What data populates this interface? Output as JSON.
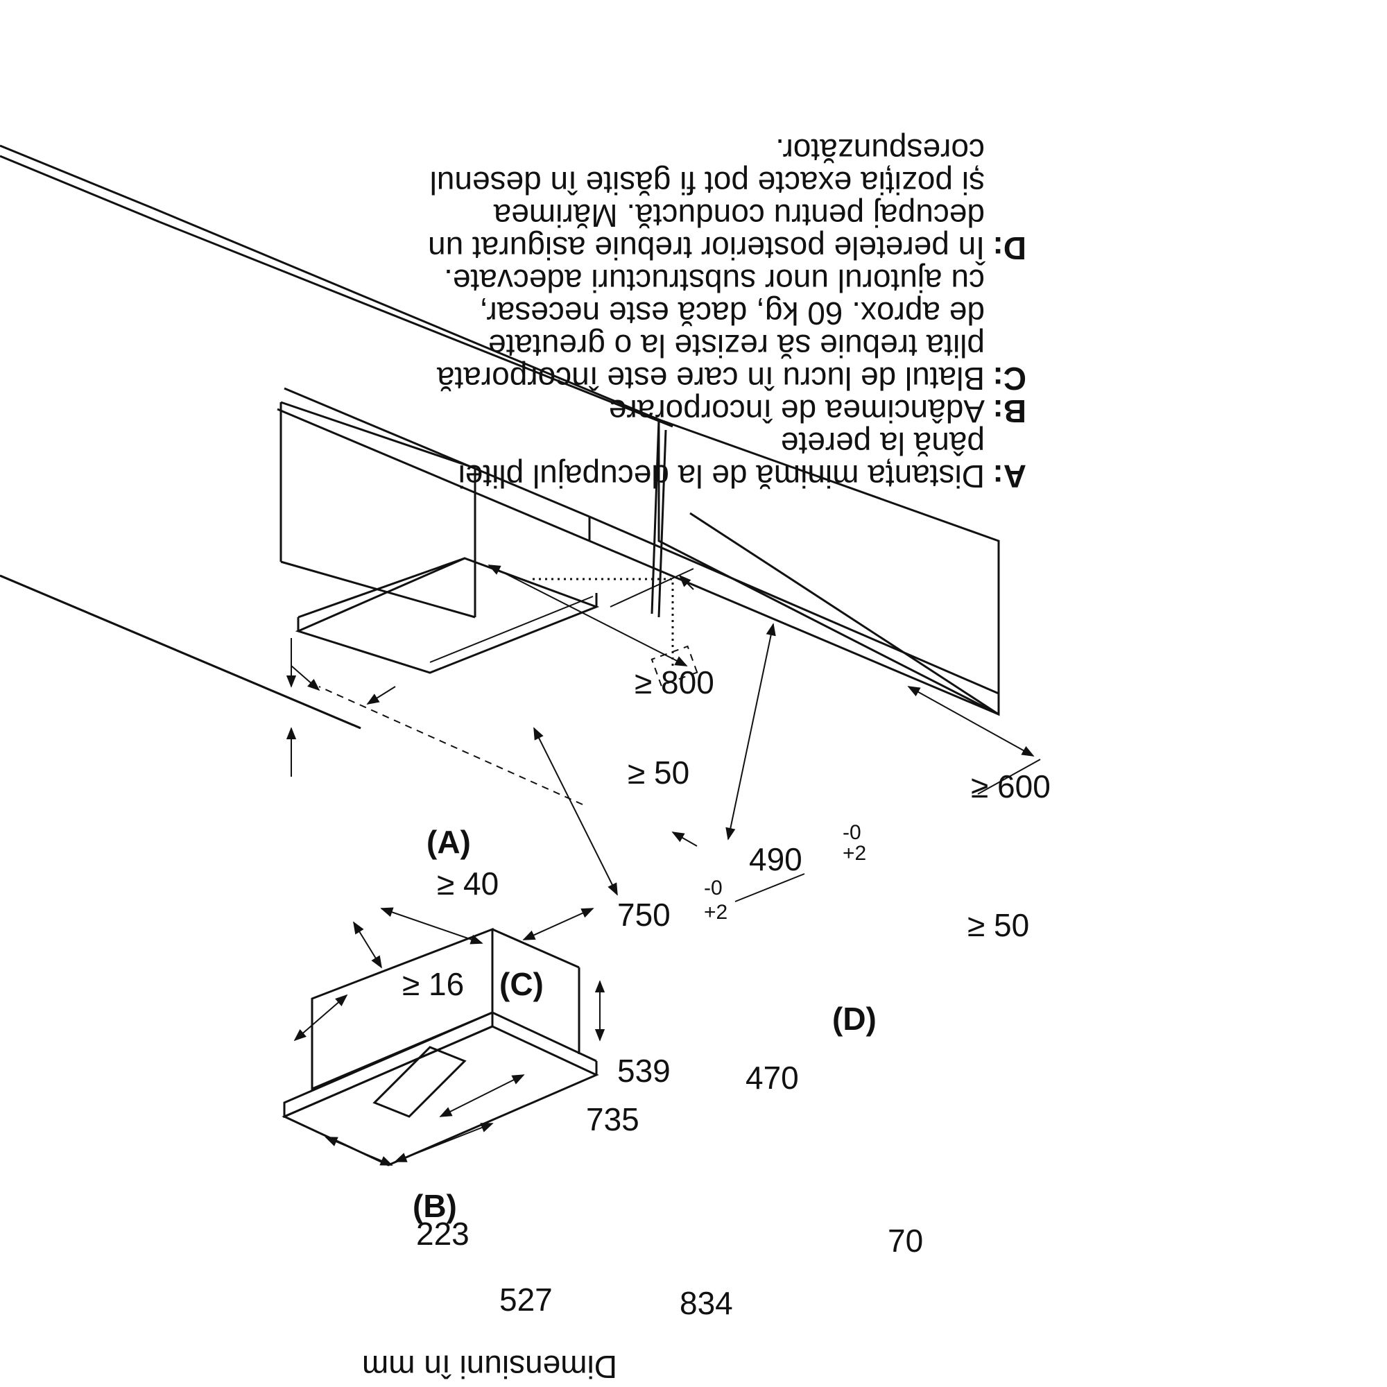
{
  "legend": [
    {
      "key": "A",
      "lines": [
        "Distanța minimă de la decupajul plitei",
        "până la perete"
      ]
    },
    {
      "key": "B",
      "lines": [
        "Adâncimea de încorporare"
      ]
    },
    {
      "key": "C",
      "lines": [
        "Blatul de lucru în care este încorporată",
        "plita trebuie să reziste la o greutate",
        "de aprox. 60 kg, dacă este necesar,",
        "cu ajutorul unor substructuri adecvate."
      ]
    },
    {
      "key": "D",
      "lines": [
        "În peretele posterior trebuie asigurat un",
        "decupaj pentru conductă. Mărimea",
        "și poziția exacte pot fi găsite în desenul",
        "corespunzător."
      ]
    }
  ],
  "separator": ":",
  "dimensions": {
    "min_wall_width": "≥ 800",
    "back_gap": "≥ 50",
    "cabinet_depth": "≥ 600",
    "cutout_depth_main": "490",
    "cutout_depth_tol_plus": "+2",
    "cutout_depth_tol_minus": "-0",
    "cutout_width_main": "750",
    "cutout_width_tol_plus": "+2",
    "cutout_width_tol_minus": "-0",
    "side_gap": "≥ 50",
    "front_gap": "≥ 40",
    "front_gap_ref": "(A)",
    "worktop_thickness": "≥ 16",
    "worktop_ref": "(C)",
    "duct_ref": "(D)",
    "unit_width_rear": "539",
    "unit_depth_rear": "470",
    "unit_width_mid": "735",
    "unit_height": "223",
    "unit_height_ref": "(B)",
    "frame_height": "70",
    "glass_depth": "527",
    "glass_width": "834"
  },
  "caption": "Dimensiuni în mm"
}
